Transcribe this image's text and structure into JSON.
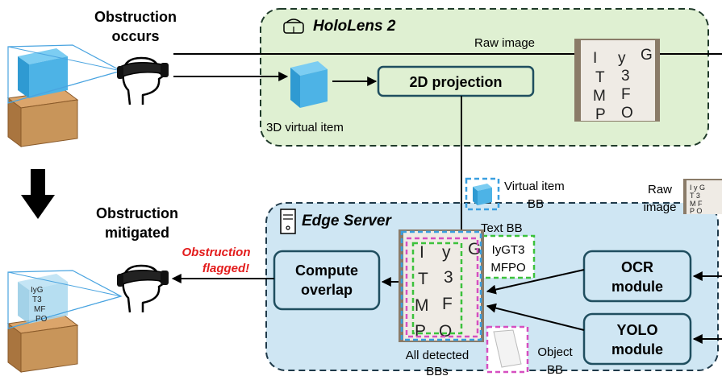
{
  "colors": {
    "hololens_panel": "#dff0d2",
    "edge_panel": "#cfe6f3",
    "box_border": "#1f4e5f",
    "cube": "#4db3e6",
    "cardboard": "#c8955a",
    "flag_red": "#e31b1b",
    "text_bb_green": "#3cc23c",
    "object_bb_magenta": "#d64fc0",
    "virtual_bb_blue": "#3a9fe0"
  },
  "labels": {
    "obstruction_occurs": [
      "Obstruction",
      "occurs"
    ],
    "obstruction_mitigated": [
      "Obstruction",
      "mitigated"
    ],
    "obstruction_flagged": [
      "Obstruction",
      "flagged!"
    ],
    "raw_image_top": "Raw image",
    "raw_image_right": [
      "Raw",
      "image"
    ],
    "virtual_item_bb": [
      "Virtual item",
      "BB"
    ],
    "text_bb": "Text BB",
    "text_bb_content": [
      "IyGT3",
      "MFPO"
    ],
    "object_bb": [
      "Object",
      "BB"
    ],
    "all_detected_bbs": [
      "All detected",
      "BBs"
    ],
    "three_d_virtual_item": "3D virtual item"
  },
  "hololens": {
    "title": "HoloLens 2",
    "icon": "ar-glasses-icon",
    "projection_box": "2D projection"
  },
  "edge_server": {
    "title": "Edge Server",
    "icon": "server-icon",
    "compute_box": [
      "Compute",
      "overlap"
    ],
    "ocr_box": [
      "OCR",
      "module"
    ],
    "yolo_box": [
      "YOLO",
      "module"
    ]
  },
  "card_letters": {
    "rows": [
      [
        "I",
        "y",
        "G"
      ],
      [
        "T",
        "3"
      ],
      [
        "M",
        "F"
      ],
      [
        "P",
        "O"
      ]
    ]
  },
  "mitigated_cube_text": [
    "IyG",
    "T3",
    "MF",
    "PO"
  ]
}
